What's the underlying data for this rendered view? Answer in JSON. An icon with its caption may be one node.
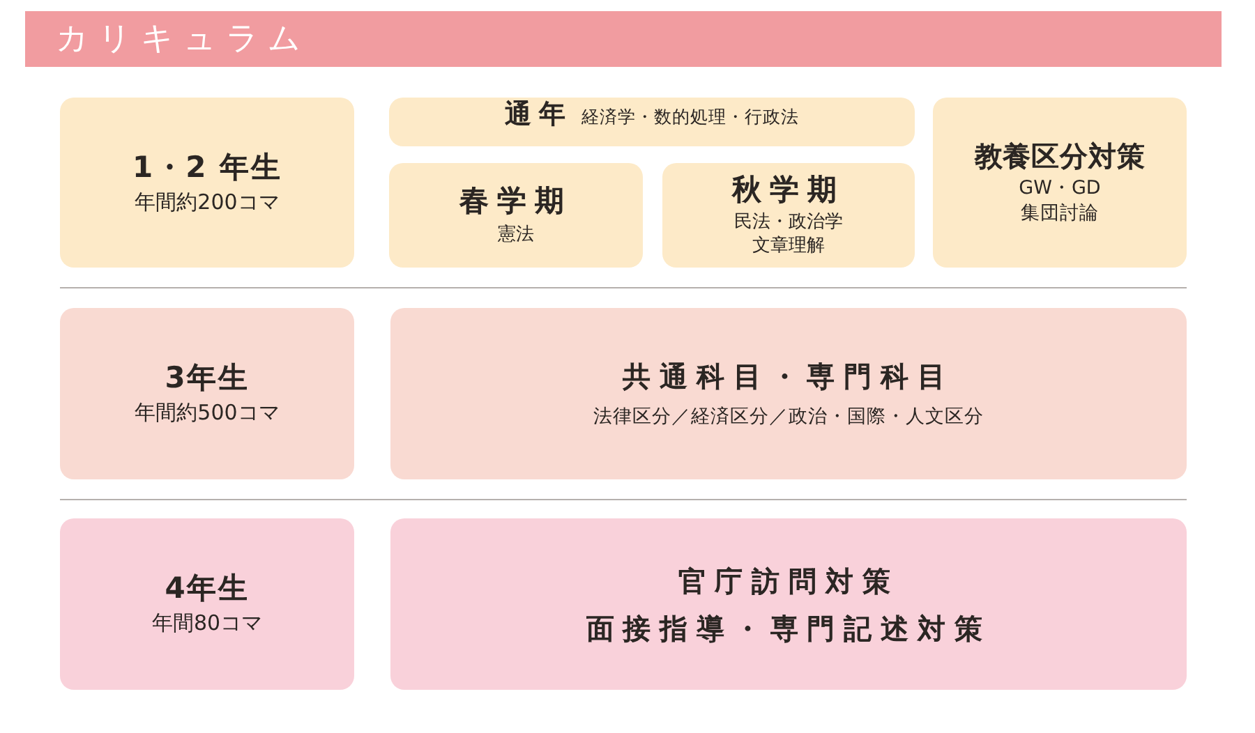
{
  "diagram": {
    "title": "カリキュラム",
    "nodes": [
      {
        "text": [
          "1・2 年生",
          "年間約200コマ"
        ]
      },
      {
        "text": [
          "通年",
          "経済学・数的処理・行政法"
        ]
      },
      {
        "text": [
          "春学期",
          "憲法"
        ]
      },
      {
        "text": [
          "秋学期",
          "民法・政治学文章理解"
        ]
      },
      {
        "text": [
          "教養区分対策",
          "GW・GD集団討論"
        ]
      },
      {
        "text": [
          "3年生",
          "年間約500コマ"
        ]
      },
      {
        "text": [
          "共通科目・専門科目",
          "法律区分／経済区分／政治・国際・人文区分"
        ]
      },
      {
        "text": [
          "4年生",
          "年間80コマ"
        ]
      },
      {
        "text": [
          "官庁訪問対策",
          "面接指導・専門記述対策"
        ]
      }
    ]
  }
}
